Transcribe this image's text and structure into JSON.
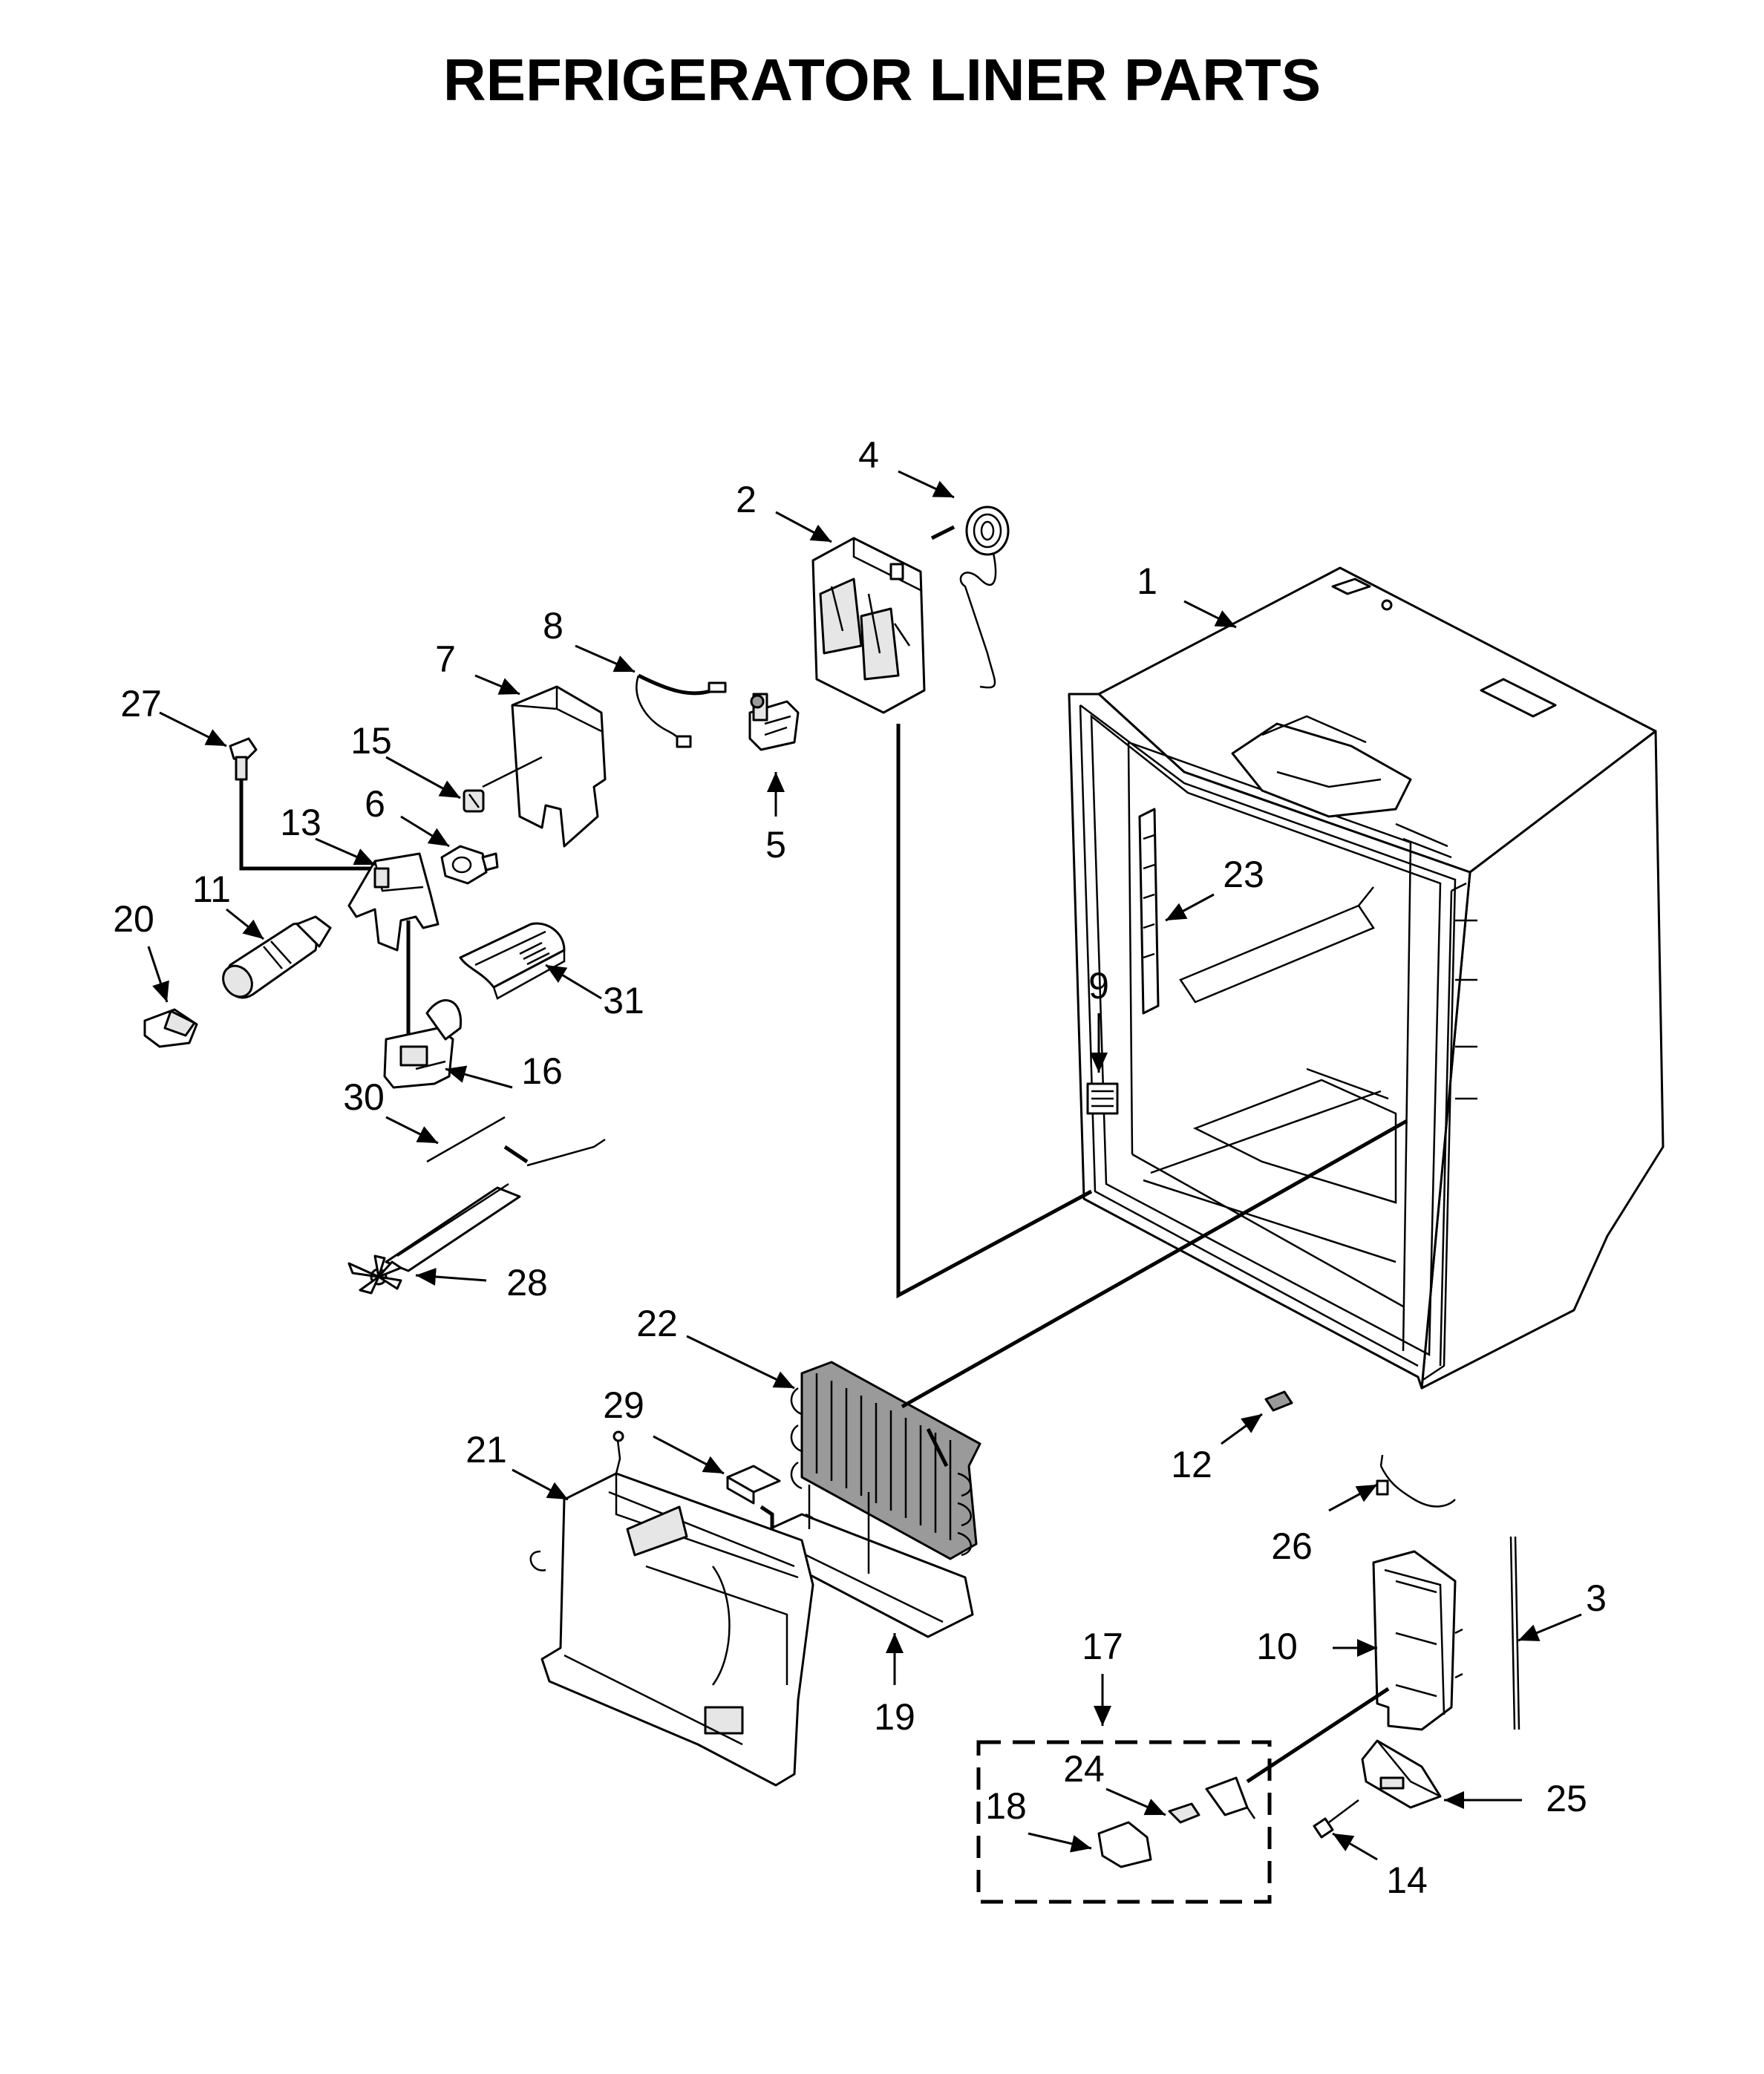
{
  "title": "REFRIGERATOR LINER PARTS",
  "callouts": [
    "1",
    "2",
    "3",
    "4",
    "5",
    "6",
    "7",
    "8",
    "9",
    "10",
    "11",
    "12",
    "13",
    "14",
    "15",
    "16",
    "17",
    "18",
    "19",
    "20",
    "21",
    "22",
    "23",
    "24",
    "25",
    "26",
    "27",
    "28",
    "29",
    "30",
    "31"
  ]
}
